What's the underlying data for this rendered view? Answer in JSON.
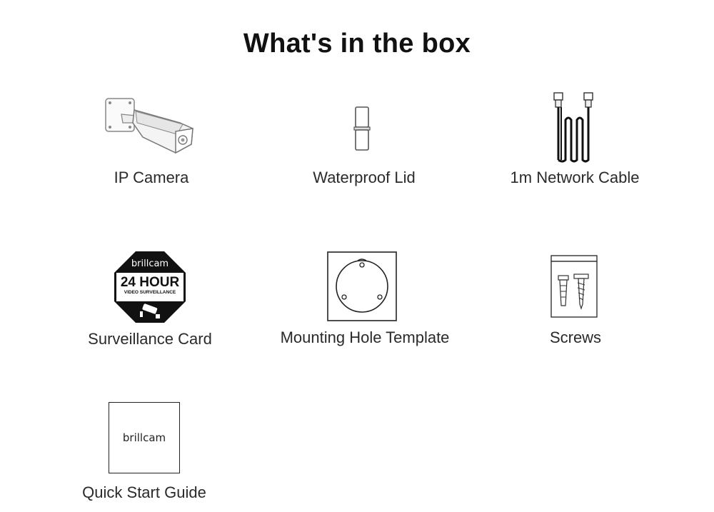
{
  "title": "What's in the box",
  "items": [
    {
      "label": "IP Camera",
      "icon": "ip-camera-icon"
    },
    {
      "label": "Waterproof Lid",
      "icon": "waterproof-lid-icon"
    },
    {
      "label": "1m Network Cable",
      "icon": "network-cable-icon"
    },
    {
      "label": "Surveillance Card",
      "icon": "surveillance-card-icon"
    },
    {
      "label": "Mounting Hole Template",
      "icon": "mounting-template-icon"
    },
    {
      "label": "Screws",
      "icon": "screws-icon"
    },
    {
      "label": "Quick Start Guide",
      "icon": "quick-start-guide-icon"
    }
  ],
  "card": {
    "brand": "brillcam",
    "heading": "24 HOUR",
    "subheading": "VIDEO SURVEILLANCE"
  },
  "guide": {
    "brand": "brillcam"
  }
}
